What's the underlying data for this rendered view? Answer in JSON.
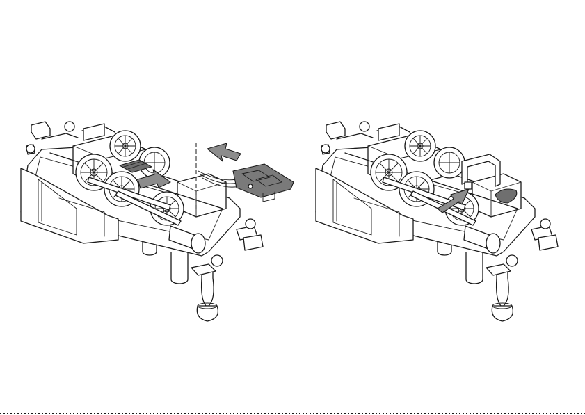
{
  "figure": {
    "panels": [
      {
        "name": "left-panel",
        "arrows": 2
      },
      {
        "name": "right-panel",
        "arrows": 1
      }
    ]
  },
  "colors": {
    "line": "#1a1a1a",
    "background": "#ffffff",
    "dark_fill": "#6f6f6f",
    "arrow_fill": "#8c8c8c",
    "board_fill": "#7a7a7a"
  }
}
